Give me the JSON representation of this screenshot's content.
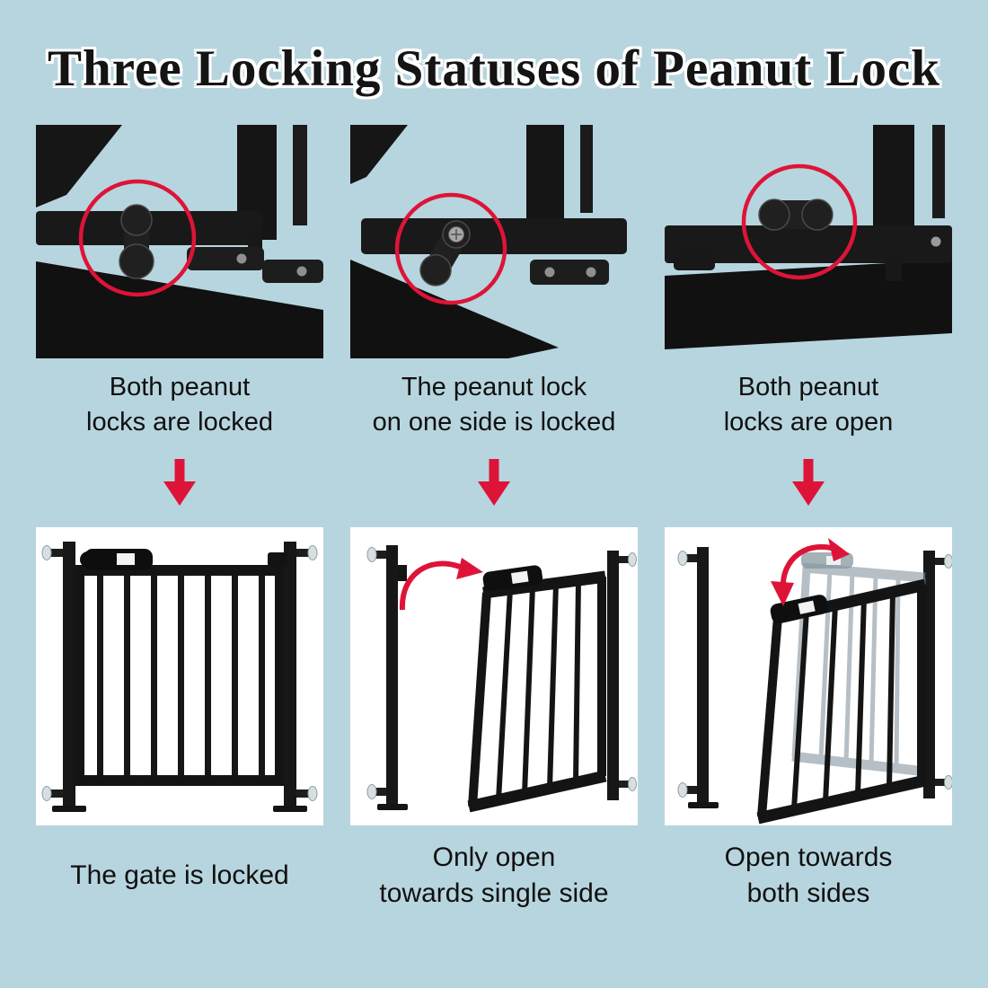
{
  "title": "Three Locking Statuses of  Peanut Lock",
  "colors": {
    "background": "#b7d5de",
    "accent_red": "#dd1438",
    "metal_black": "#171717",
    "panel_white": "#ffffff",
    "text_dark": "#101010"
  },
  "columns": [
    {
      "id": "both-locked",
      "top_caption": [
        "Both peanut",
        "locks are locked"
      ],
      "bottom_caption": [
        "The gate is locked",
        ""
      ]
    },
    {
      "id": "one-side-locked",
      "top_caption": [
        "The peanut lock",
        "on one side is locked"
      ],
      "bottom_caption": [
        "Only open",
        "towards single side"
      ]
    },
    {
      "id": "both-open",
      "top_caption": [
        "Both peanut",
        "locks are open"
      ],
      "bottom_caption": [
        "Open towards",
        "both sides"
      ]
    }
  ],
  "icons": {
    "down_arrow": "red-down-arrow",
    "highlight": "red-circle-highlight",
    "swing_single": "red-curved-arrow",
    "swing_double": "red-double-curved-arrow"
  }
}
